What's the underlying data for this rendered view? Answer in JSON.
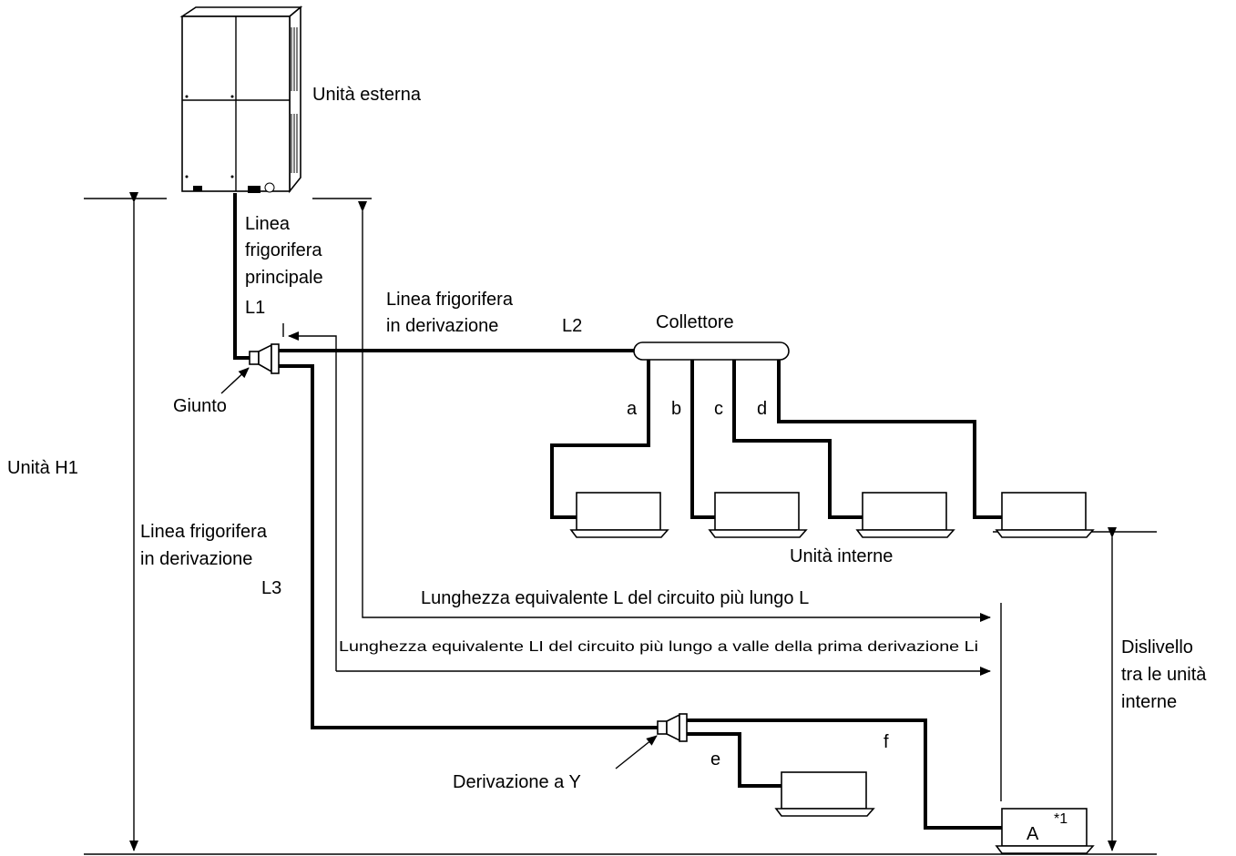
{
  "labels": {
    "outdoor_unit": "Unità esterna",
    "main_line": [
      "Linea",
      "frigorifera",
      "principale"
    ],
    "main_line_code": "L1",
    "branch_line_l2": [
      "Linea frigorifera",
      "in derivazione"
    ],
    "branch_line_l2_code": "L2",
    "header": "Collettore",
    "joint": "Giunto",
    "height_h1": "Unità H1",
    "branch_line_l3": [
      "Linea frigorifera",
      "in derivazione"
    ],
    "branch_line_l3_code": "L3",
    "indoor_units": "Unità interne",
    "equiv_length_l": "Lunghezza equivalente L del circuito più lungo L",
    "equiv_length_li": "Lunghezza equivalente LI del circuito più lungo a valle della prima derivazione Li",
    "indoor_height_diff": [
      "Dislivello",
      "tra le unità",
      "interne"
    ],
    "y_branch": "Derivazione a Y",
    "branch_letters": [
      "a",
      "b",
      "c",
      "d"
    ],
    "branch_e": "e",
    "branch_f": "f",
    "unit_a": "A",
    "unit_a_note": "*1"
  }
}
